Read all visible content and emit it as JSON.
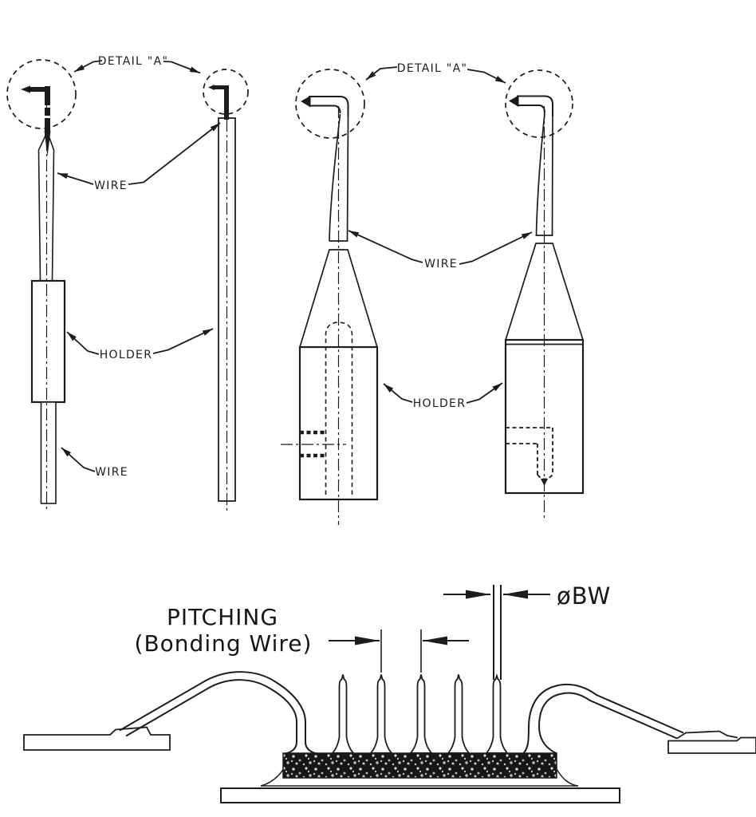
{
  "colors": {
    "background": "#ffffff",
    "ink": "#1c1c1c"
  },
  "labels": {
    "upper_left": {
      "detail_a": "DETAIL \"A\"",
      "wire_upper": "WIRE",
      "holder": "HOLDER",
      "wire_lower": "WIRE"
    },
    "upper_right": {
      "detail_a": "DETAIL \"A\"",
      "wire": "WIRE",
      "holder": "HOLDER"
    },
    "lower": {
      "pitching_line1": "PITCHING",
      "pitching_line2": "(Bonding Wire)",
      "wire_diameter": "øBW",
      "bonding_wire_count": 5
    }
  }
}
